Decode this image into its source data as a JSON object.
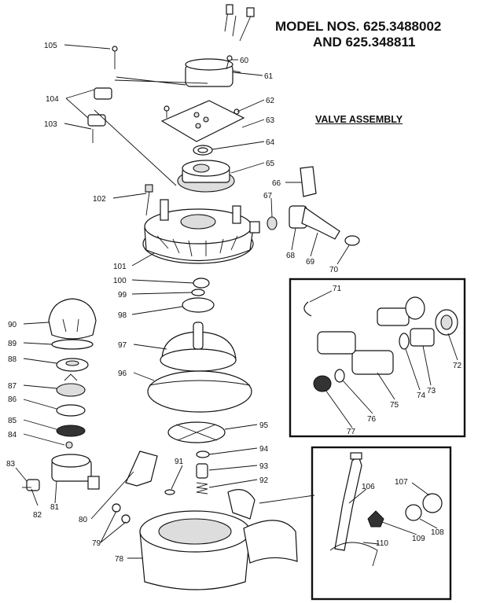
{
  "title": {
    "line1": "MODEL NOS. 625.3488002",
    "line2": "AND 625.348811"
  },
  "subtitle": "VALVE ASSEMBLY",
  "part_numbers": [
    "60",
    "61",
    "62",
    "63",
    "64",
    "65",
    "66",
    "67",
    "68",
    "69",
    "70",
    "71",
    "72",
    "73",
    "74",
    "75",
    "76",
    "77",
    "78",
    "79",
    "80",
    "81",
    "82",
    "83",
    "84",
    "85",
    "86",
    "87",
    "88",
    "89",
    "90",
    "91",
    "92",
    "93",
    "94",
    "95",
    "96",
    "97",
    "98",
    "99",
    "100",
    "101",
    "102",
    "103",
    "104",
    "105",
    "106",
    "107",
    "108",
    "109",
    "110"
  ]
}
